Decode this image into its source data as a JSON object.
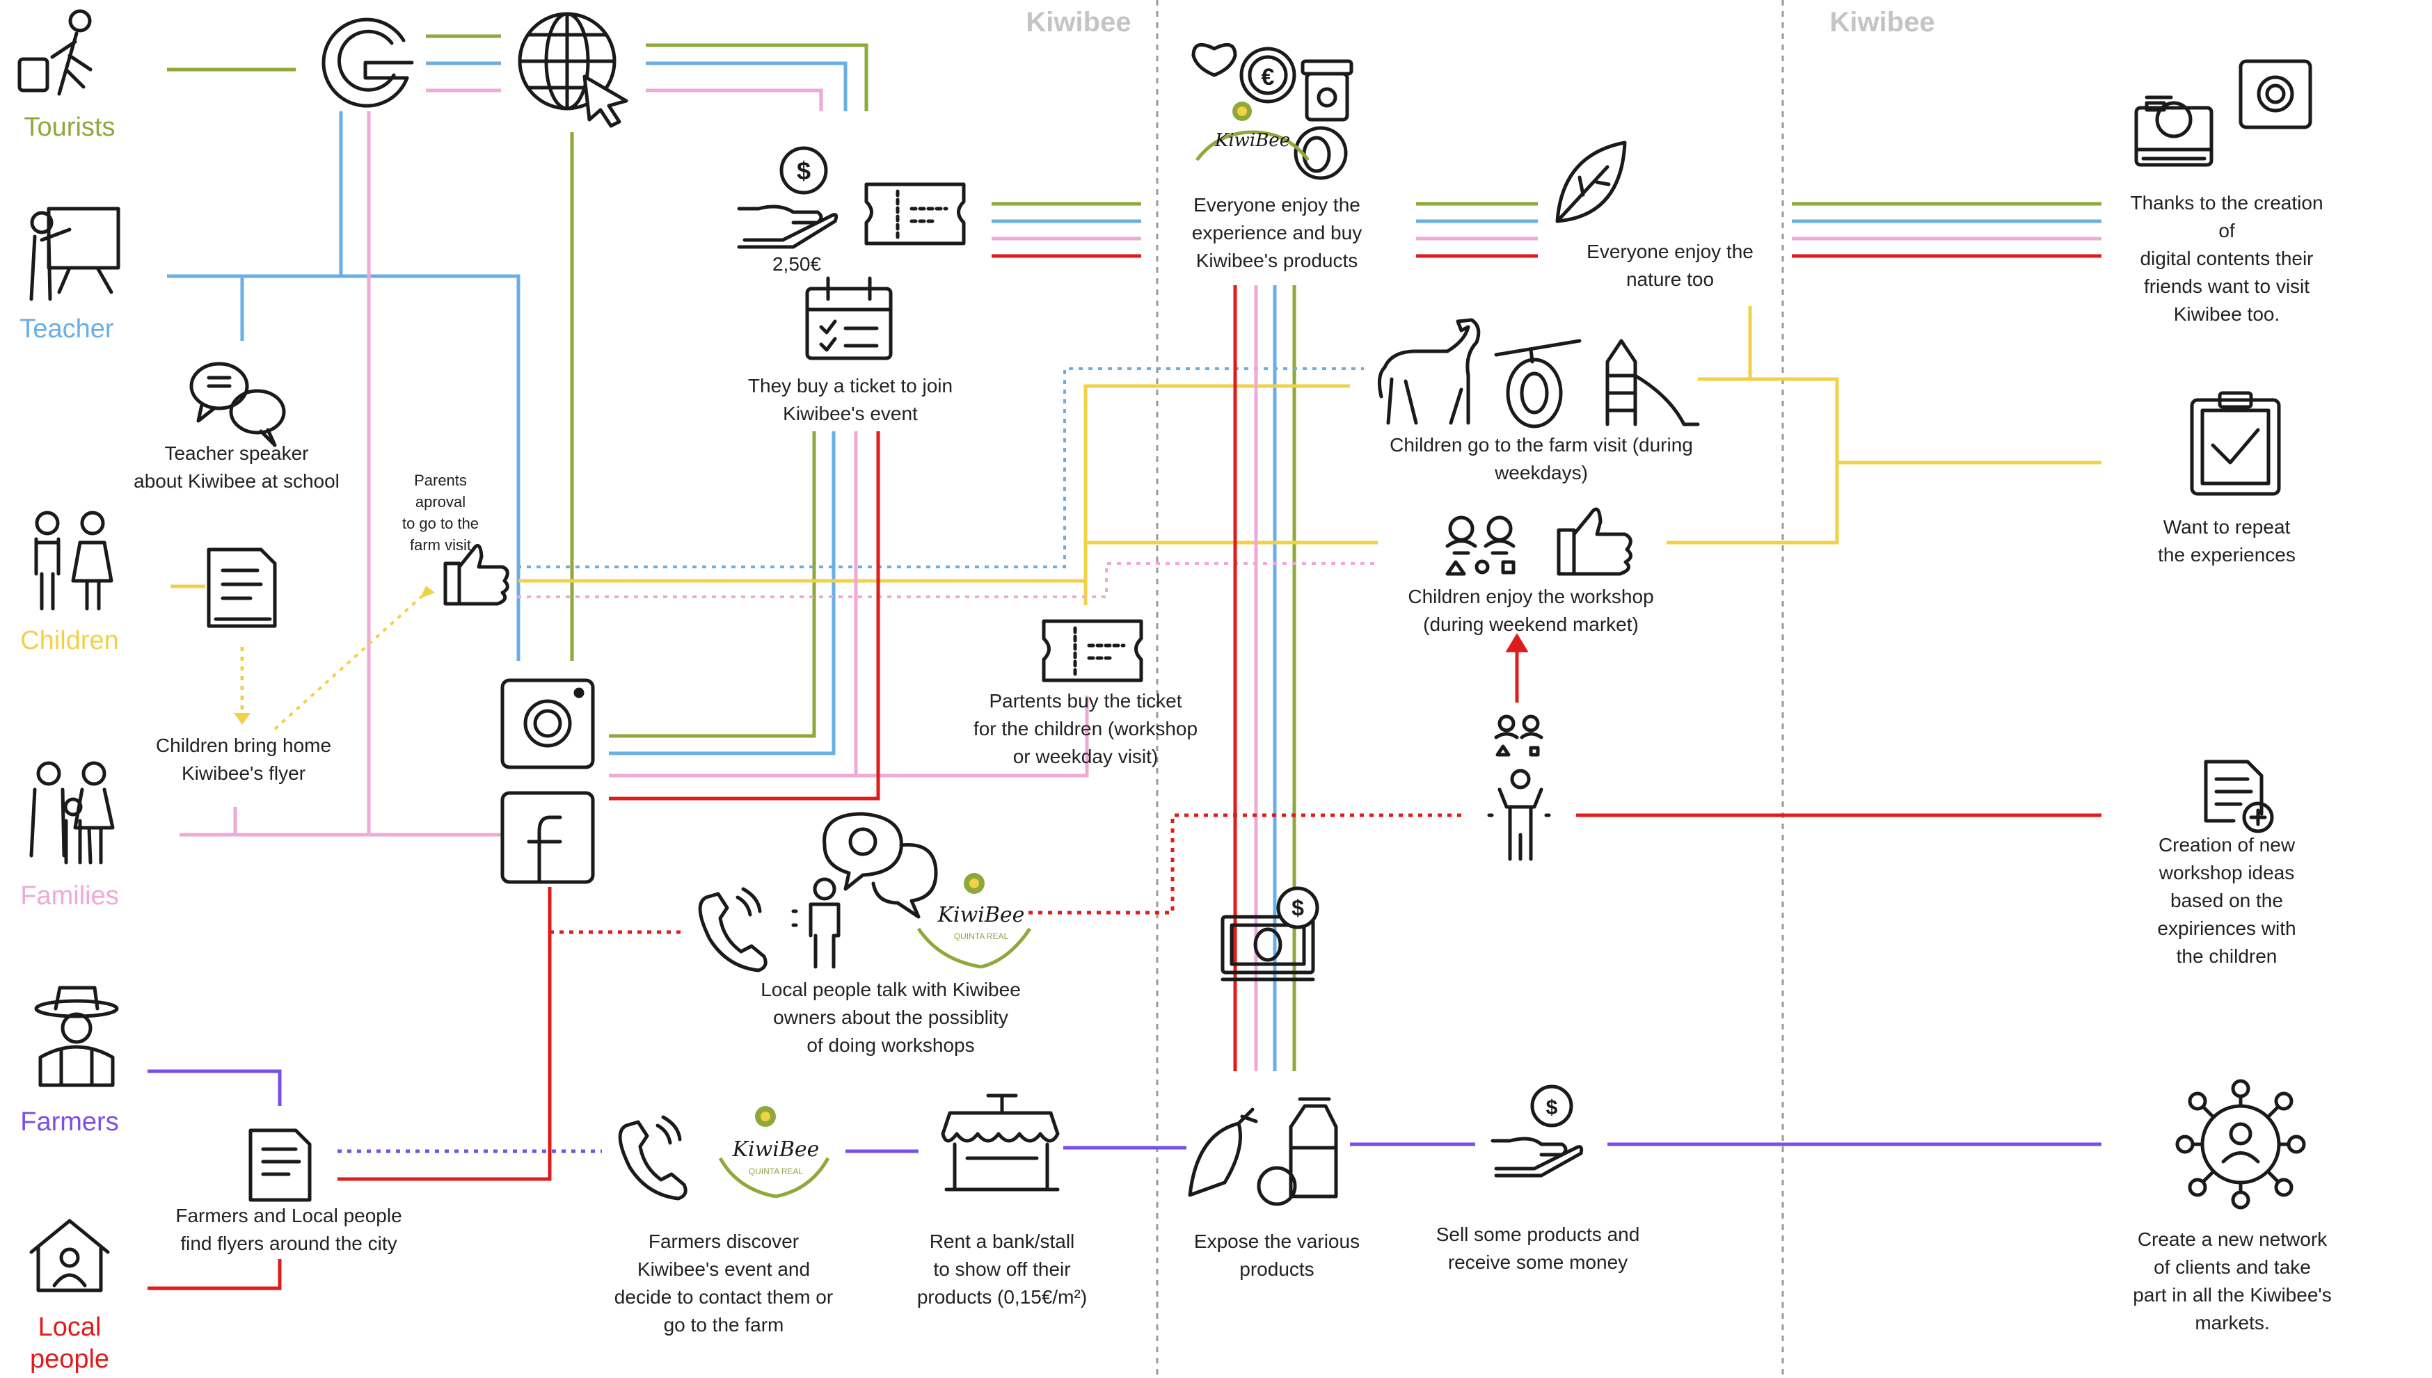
{
  "colors": {
    "tourists": "#8ea83a",
    "teacher": "#6aaee6",
    "children": "#f2d148",
    "families": "#efa9d6",
    "farmers": "#7b4fe4",
    "local": "#e01b1b",
    "ink": "#1a1a1a",
    "divider": "#9a9a9a"
  },
  "sections": [
    "Kiwibee",
    "Kiwibee"
  ],
  "actors": {
    "tourists": "Tourists",
    "teacher": "Teacher",
    "children": "Children",
    "families": "Families",
    "farmers": "Farmers",
    "local": "Local\npeople"
  },
  "steps": {
    "price": "2,50€",
    "buy_ticket": "They buy a ticket to join\nKiwibee's event",
    "teacher_speaker": "Teacher speaker\nabout Kiwibee at school",
    "parents_approval": "Parents\naproval\nto go to the\nfarm visit",
    "flyer_home": "Children bring home\nKiwibee's flyer",
    "parents_buy": "Partents buy the ticket\nfor the children (workshop\nor weekday visit)",
    "local_talk": "Local people talk with Kiwibee\nowners about the possiblity\nof doing workshops",
    "find_flyers": "Farmers and Local people\nfind flyers around the city",
    "farmers_discover": "Farmers discover\nKiwibee's event  and\ndecide to contact them or\ngo to the farm",
    "rent_stall": "Rent a bank/stall\nto show off their\nproducts (0,15€/m²)",
    "expose": "Expose the various\nproducts",
    "sell": "Sell some products and\nreceive some money",
    "enjoy_buy": "Everyone enjoy the\nexperience and buy\nKiwibee's products",
    "enjoy_nature": "Everyone enjoy the\nnature too",
    "farm_visit": "Children go to the farm visit (during\nweekdays)",
    "workshop": "Children enjoy the workshop\n(during weekend market)",
    "digital": "Thanks to the creation of\ndigital contents their\nfriends want to visit\nKiwibee too.",
    "repeat": "Want to repeat\nthe experiences",
    "new_ideas": "Creation of new workshop ideas\nbased on the expiriences with\nthe children",
    "network": "Create a new network of clients and take\npart in all the Kiwibee's markets."
  },
  "logo": {
    "text": "KiwiBee",
    "sub": "QUINTA REAL"
  },
  "icons": [
    "walking-tourist-icon",
    "teacher-board-icon",
    "children-icon",
    "family-icon",
    "farmer-icon",
    "house-person-icon",
    "google-icon",
    "globe-cursor-icon",
    "dollar-hand-icon",
    "ticket-icon",
    "calendar-icon",
    "chat-bubbles-icon",
    "document-icon",
    "thumbs-up-icon",
    "instagram-icon",
    "facebook-icon",
    "phone-icon",
    "person-icon",
    "heart-icon",
    "euro-coin-icon",
    "honey-jar-icon",
    "kiwi-icon",
    "leaf-icon",
    "camera-icon",
    "horse-icon",
    "swing-icon",
    "slide-icon",
    "clipboard-check-icon",
    "kids-balloons-icon",
    "money-bill-icon",
    "vegetables-icon",
    "market-stall-icon",
    "network-icon",
    "checklist-add-icon"
  ]
}
